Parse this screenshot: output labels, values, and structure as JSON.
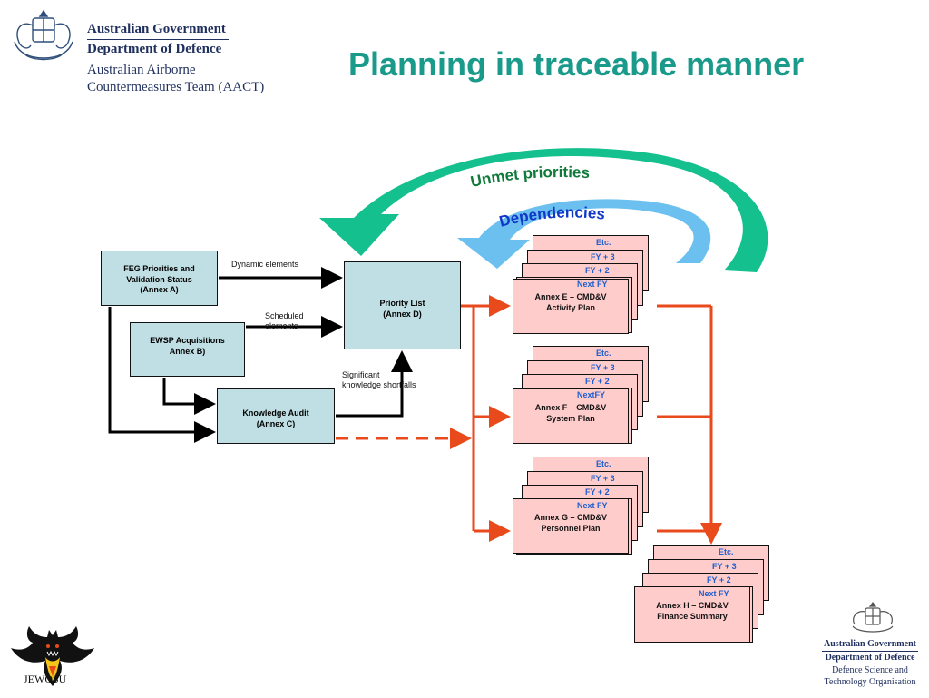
{
  "header": {
    "gov_line1": "Australian Government",
    "gov_line2": "Department of Defence",
    "team_line1": "Australian Airborne",
    "team_line2": "Countermeasures Team (AACT)"
  },
  "title": "Planning in traceable manner",
  "curves": {
    "outer_label": "Unmet priorities",
    "inner_label": "Dependencies",
    "outer_color": "#14c08e",
    "inner_color": "#6cc0f0"
  },
  "sources": {
    "feg": [
      "FEG Priorities and",
      "Validation Status",
      "(Annex A)"
    ],
    "ewsp": [
      "EWSP Acquisitions",
      "Annex B)"
    ],
    "audit": [
      "Knowledge Audit",
      "(Annex C)"
    ],
    "priority": [
      "Priority List",
      "(Annex D)"
    ]
  },
  "flow_labels": {
    "dynamic": "Dynamic elements",
    "scheduled": [
      "Scheduled",
      "elements"
    ],
    "significant": [
      "Significant",
      "knowledge shortfalls"
    ]
  },
  "stacks": [
    {
      "etc": "Etc.",
      "fy3": "FY + 3",
      "fy2": "FY + 2",
      "next": "Next FY",
      "main": [
        "Annex E – CMD&V",
        "Activity Plan"
      ]
    },
    {
      "etc": "Etc.",
      "fy3": "FY + 3",
      "fy2": "FY + 2",
      "next": "NextFY",
      "main": [
        "Annex F – CMD&V",
        "System Plan"
      ]
    },
    {
      "etc": "Etc.",
      "fy3": "FY + 3",
      "fy2": "FY + 2",
      "next": "Next FY",
      "main": [
        "Annex G – CMD&V",
        "Personnel Plan"
      ]
    },
    {
      "etc": "Etc.",
      "fy3": "FY + 3",
      "fy2": "FY + 2",
      "next": "Next FY",
      "main": [
        "Annex H – CMD&V",
        "Finance Summary"
      ]
    }
  ],
  "footer": {
    "unit": "JEWOSU",
    "gov": "Australian Government",
    "dept": "Department of Defence",
    "org_line1": "Defence Science and",
    "org_line2": "Technology Organisation"
  },
  "colors": {
    "teal_title": "#1a9a8a",
    "source_box": "#bfdfe4",
    "annex_box": "#ffcccc",
    "fy_text": "#1f5fd0",
    "arrow_red": "#e84a1c"
  }
}
